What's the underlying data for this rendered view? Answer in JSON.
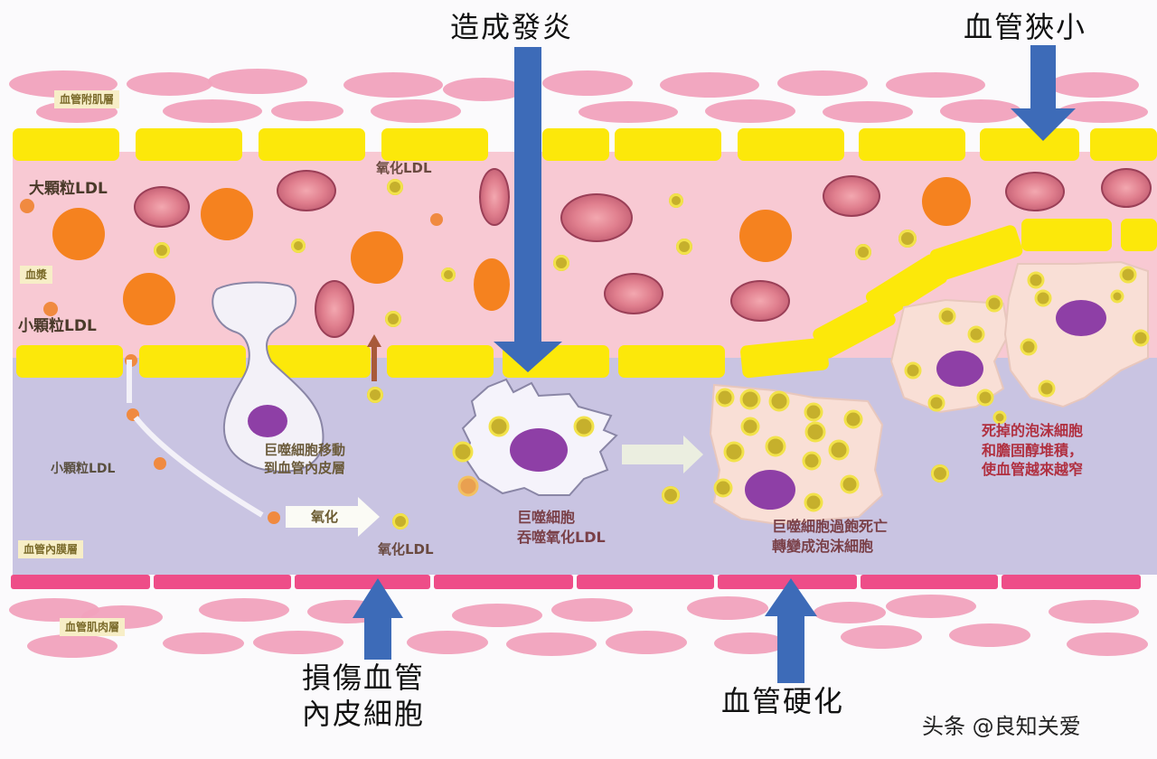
{
  "diagram": {
    "title_labels": {
      "inflammation": "造成發炎",
      "narrowing": "血管狹小",
      "endothelial_damage": [
        "損傷血管",
        "內皮細胞"
      ],
      "hardening": "血管硬化"
    },
    "layer_labels": {
      "outer_top": "血管附肌層",
      "plasma": "血漿",
      "intima": "血管內膜層",
      "outer_bottom": "血管肌肉層"
    },
    "particle_labels": {
      "large_ldl": "大顆粒LDL",
      "small_ldl_top": "小顆粒LDL",
      "small_ldl_bottom": "小顆粒LDL",
      "oxidized_ldl_top": "氧化LDL",
      "oxidized_ldl_bottom": "氧化LDL",
      "oxidation_arrow": "氧化"
    },
    "cell_labels": {
      "macrophage_migrate": [
        "巨噬細胞移動",
        "到血管內皮層"
      ],
      "macrophage_engulf": [
        "巨噬細胞",
        "吞噬氧化LDL"
      ],
      "foam_cell": [
        "巨噬細胞過飽死亡",
        "轉變成泡沫細胞"
      ],
      "plaque": [
        "死掉的泡沫細胞",
        "和膽固醇堆積，",
        "使血管越來越窄"
      ]
    },
    "colors": {
      "lumen": "#f8c9d3",
      "intima": "#c9c4e2",
      "endothelium": "#fce80a",
      "basement": "#ee4d88",
      "arrow_blue": "#3d6bb8",
      "ldl_large": "#f5821f",
      "nucleus": "#8e3fa6"
    },
    "watermark": "头条 @良知关爱"
  }
}
